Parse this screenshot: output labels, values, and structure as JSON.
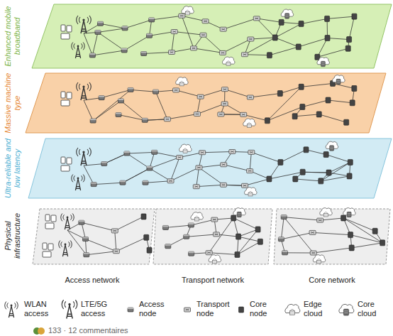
{
  "diagram": {
    "nodes": [
      {
        "text": [
          "Enhanced mobile broadband"
        ]
      },
      {
        "text": [
          "Massive machine type"
        ]
      },
      {
        "text": [
          "Ultra-reliable and low latency"
        ]
      },
      {
        "text": [
          "Physical infrastructure"
        ]
      },
      {
        "text": [
          "Access network"
        ],
        "in": 3
      },
      {
        "text": [
          "Transport network"
        ],
        "in": 3
      },
      {
        "text": [
          "Core network"
        ],
        "in": 3
      }
    ],
    "labels": [
      "133 · 12 commentaires"
    ],
    "legend": [
      {
        "text": "WLAN access"
      },
      {
        "text": "LTE/5G access"
      },
      {
        "text": "Access node"
      },
      {
        "text": "Transport node"
      },
      {
        "text": "Core node"
      },
      {
        "text": "Edge cloud"
      },
      {
        "text": "Core cloud"
      }
    ]
  }
}
